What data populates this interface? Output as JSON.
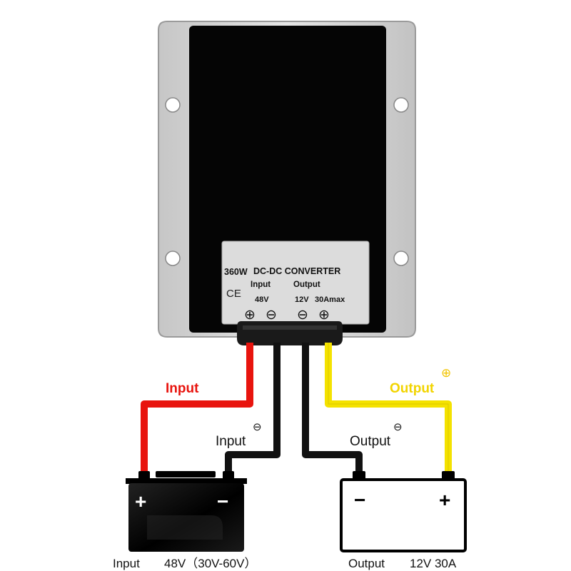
{
  "converter": {
    "power": "360W",
    "type": "DC-DC CONVERTER",
    "ce_mark": "CE",
    "input_label": "Input",
    "input_voltage": "48V",
    "output_label": "Output",
    "output_voltage": "12V",
    "output_current": "30Amax",
    "terminal_symbols": [
      "⊕",
      "⊖",
      "⊖",
      "⊕"
    ]
  },
  "wires": {
    "input_positive_label": "Input",
    "input_negative_label": "Input",
    "output_positive_label": "Output",
    "output_negative_label": "Output",
    "plus_symbol": "⊕",
    "minus_symbol": "⊖"
  },
  "batteries": {
    "input": {
      "plus": "+",
      "minus": "−",
      "caption_label": "Input",
      "caption_spec": "48V（30V-60V）"
    },
    "output": {
      "plus": "+",
      "minus": "−",
      "caption_label": "Output",
      "caption_spec": "12V 30A"
    }
  },
  "colors": {
    "wire_red": "#e8140e",
    "wire_yellow": "#f4e200",
    "wire_black": "#111111",
    "input_label_red": "#e8140e",
    "output_label_yellow": "#f2d400",
    "case_black": "#050505",
    "heatsink_silver": "#d8d8d8"
  }
}
